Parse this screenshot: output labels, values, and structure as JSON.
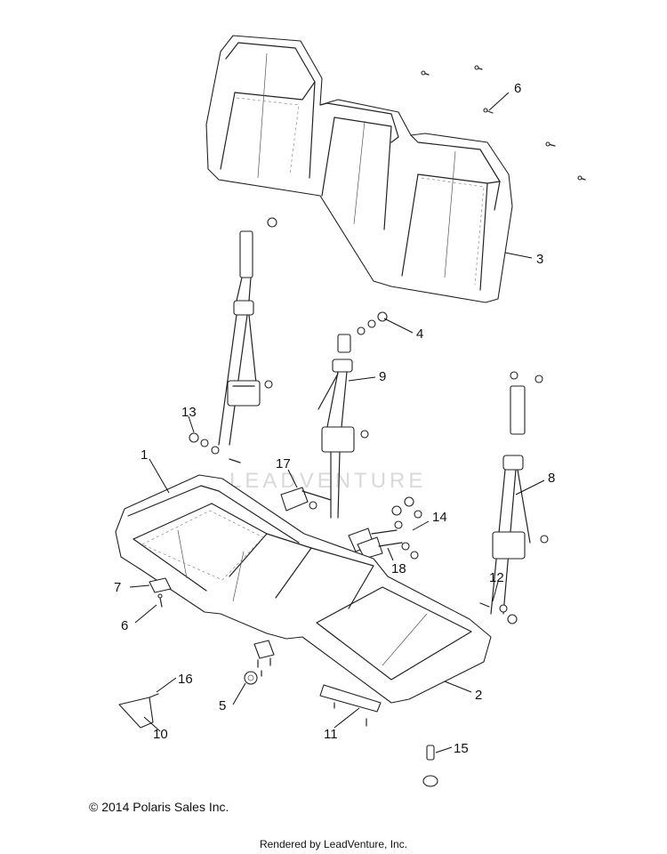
{
  "watermark": "LEADVENTURE",
  "callouts": [
    {
      "id": "c1",
      "text": "1"
    },
    {
      "id": "c2",
      "text": "2"
    },
    {
      "id": "c3",
      "text": "3"
    },
    {
      "id": "c4",
      "text": "4"
    },
    {
      "id": "c5",
      "text": "5"
    },
    {
      "id": "c6a",
      "text": "6"
    },
    {
      "id": "c6b",
      "text": "6"
    },
    {
      "id": "c7",
      "text": "7"
    },
    {
      "id": "c8",
      "text": "8"
    },
    {
      "id": "c9",
      "text": "9"
    },
    {
      "id": "c10",
      "text": "10"
    },
    {
      "id": "c11",
      "text": "11"
    },
    {
      "id": "c12",
      "text": "12"
    },
    {
      "id": "c13",
      "text": "13"
    },
    {
      "id": "c14",
      "text": "14"
    },
    {
      "id": "c15",
      "text": "15"
    },
    {
      "id": "c16",
      "text": "16"
    },
    {
      "id": "c17",
      "text": "17"
    },
    {
      "id": "c18",
      "text": "18"
    }
  ],
  "footer": {
    "copyright": "© 2014 Polaris Sales Inc.",
    "rendered_by": "Rendered by LeadVenture, Inc."
  }
}
